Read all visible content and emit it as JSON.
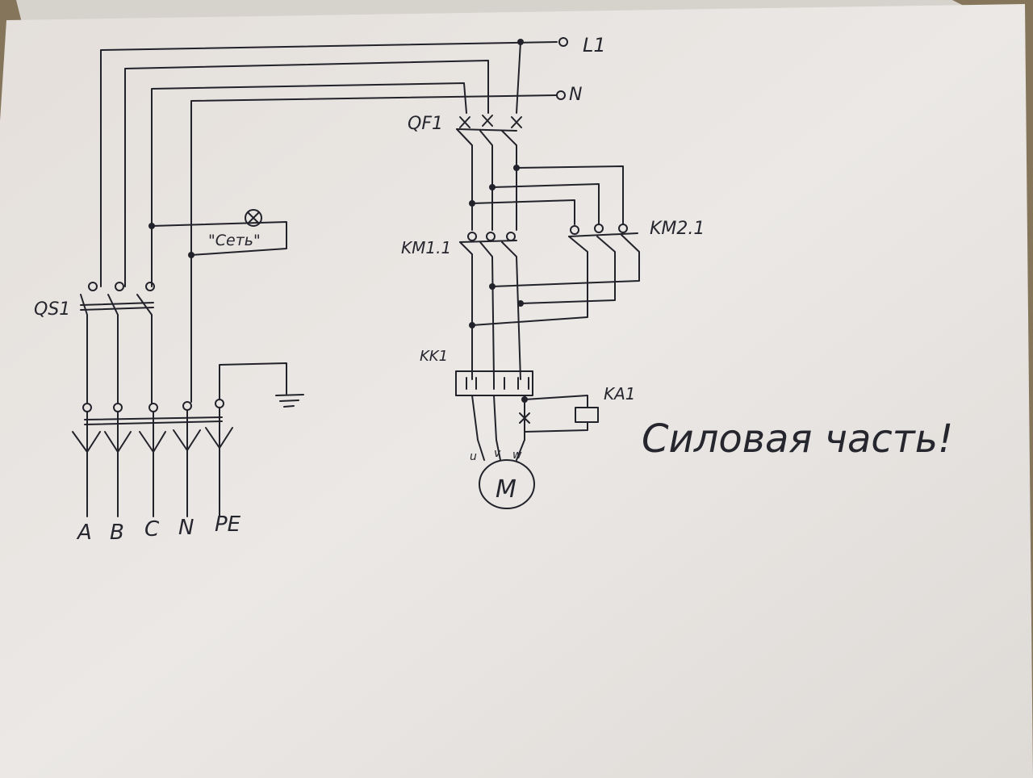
{
  "supply": {
    "line": "L1",
    "neutral": "N"
  },
  "breaker": "QF1",
  "contactor_1": "KM1.1",
  "contactor_2": "KM2.1",
  "overload": "KK1",
  "relay": "KA1",
  "switch": "QS1",
  "lamp_label": "\"Сеть\"",
  "phases": {
    "u": "u",
    "v": "v",
    "w": "w"
  },
  "motor": "M",
  "terminals": [
    "A",
    "B",
    "C",
    "N",
    "PE"
  ],
  "caption": "Силовая часть!",
  "colors": {
    "ink": "#22222a",
    "paper": "#e9e6e4"
  }
}
